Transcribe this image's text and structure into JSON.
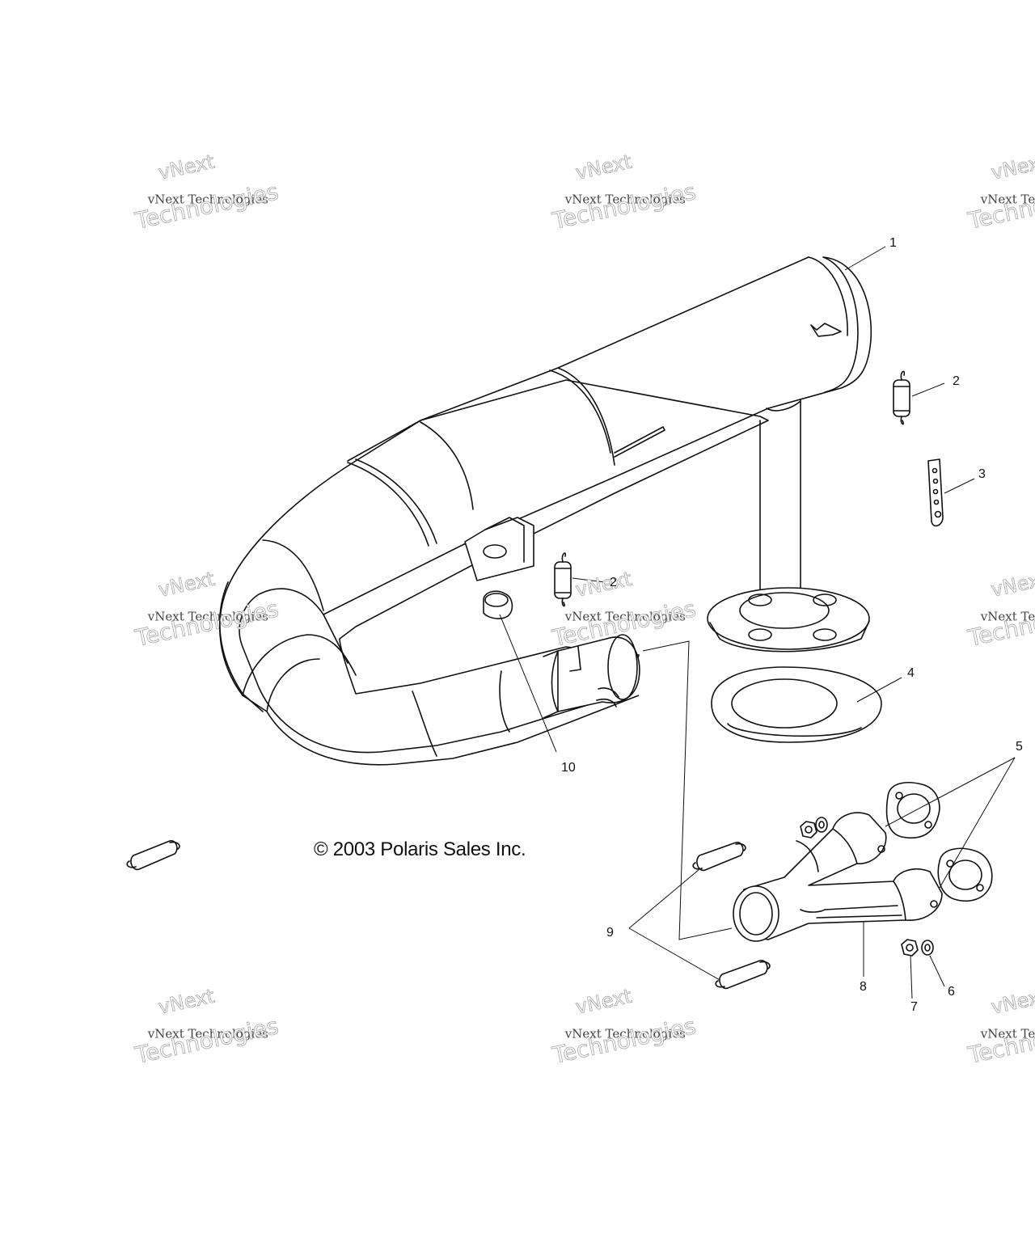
{
  "copyright": "© 2003 Polaris Sales Inc.",
  "watermark": {
    "line1": "vNext",
    "line2": "vNext Technologies",
    "line3": "Technologies"
  },
  "callouts": [
    {
      "id": "1",
      "label": "1"
    },
    {
      "id": "2a",
      "label": "2"
    },
    {
      "id": "2b",
      "label": "2"
    },
    {
      "id": "3",
      "label": "3"
    },
    {
      "id": "4",
      "label": "4"
    },
    {
      "id": "5",
      "label": "5"
    },
    {
      "id": "6",
      "label": "6"
    },
    {
      "id": "7",
      "label": "7"
    },
    {
      "id": "8",
      "label": "8"
    },
    {
      "id": "9",
      "label": "9"
    },
    {
      "id": "10",
      "label": "10"
    }
  ]
}
